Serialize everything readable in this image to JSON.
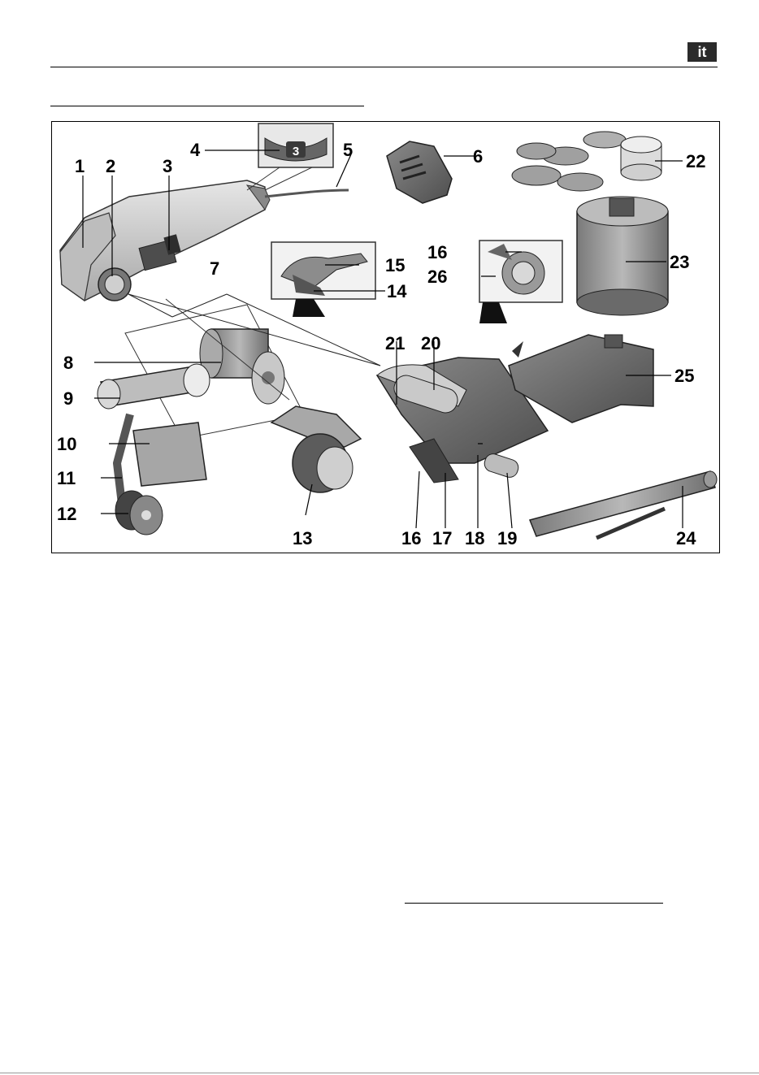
{
  "header": {
    "language_badge": "it"
  },
  "figure": {
    "callouts": [
      "1",
      "2",
      "3",
      "4",
      "5",
      "6",
      "7",
      "8",
      "9",
      "10",
      "11",
      "12",
      "13",
      "14",
      "15",
      "16",
      "17",
      "18",
      "19",
      "20",
      "21",
      "22",
      "23",
      "24",
      "25",
      "26"
    ],
    "dial_value": "3"
  },
  "colors": {
    "ink": "#000000",
    "badge_bg": "#2b2b2b",
    "part_gray": "#9a9a9a",
    "part_dark": "#5e5e5e",
    "part_light": "#d0d0d0"
  }
}
